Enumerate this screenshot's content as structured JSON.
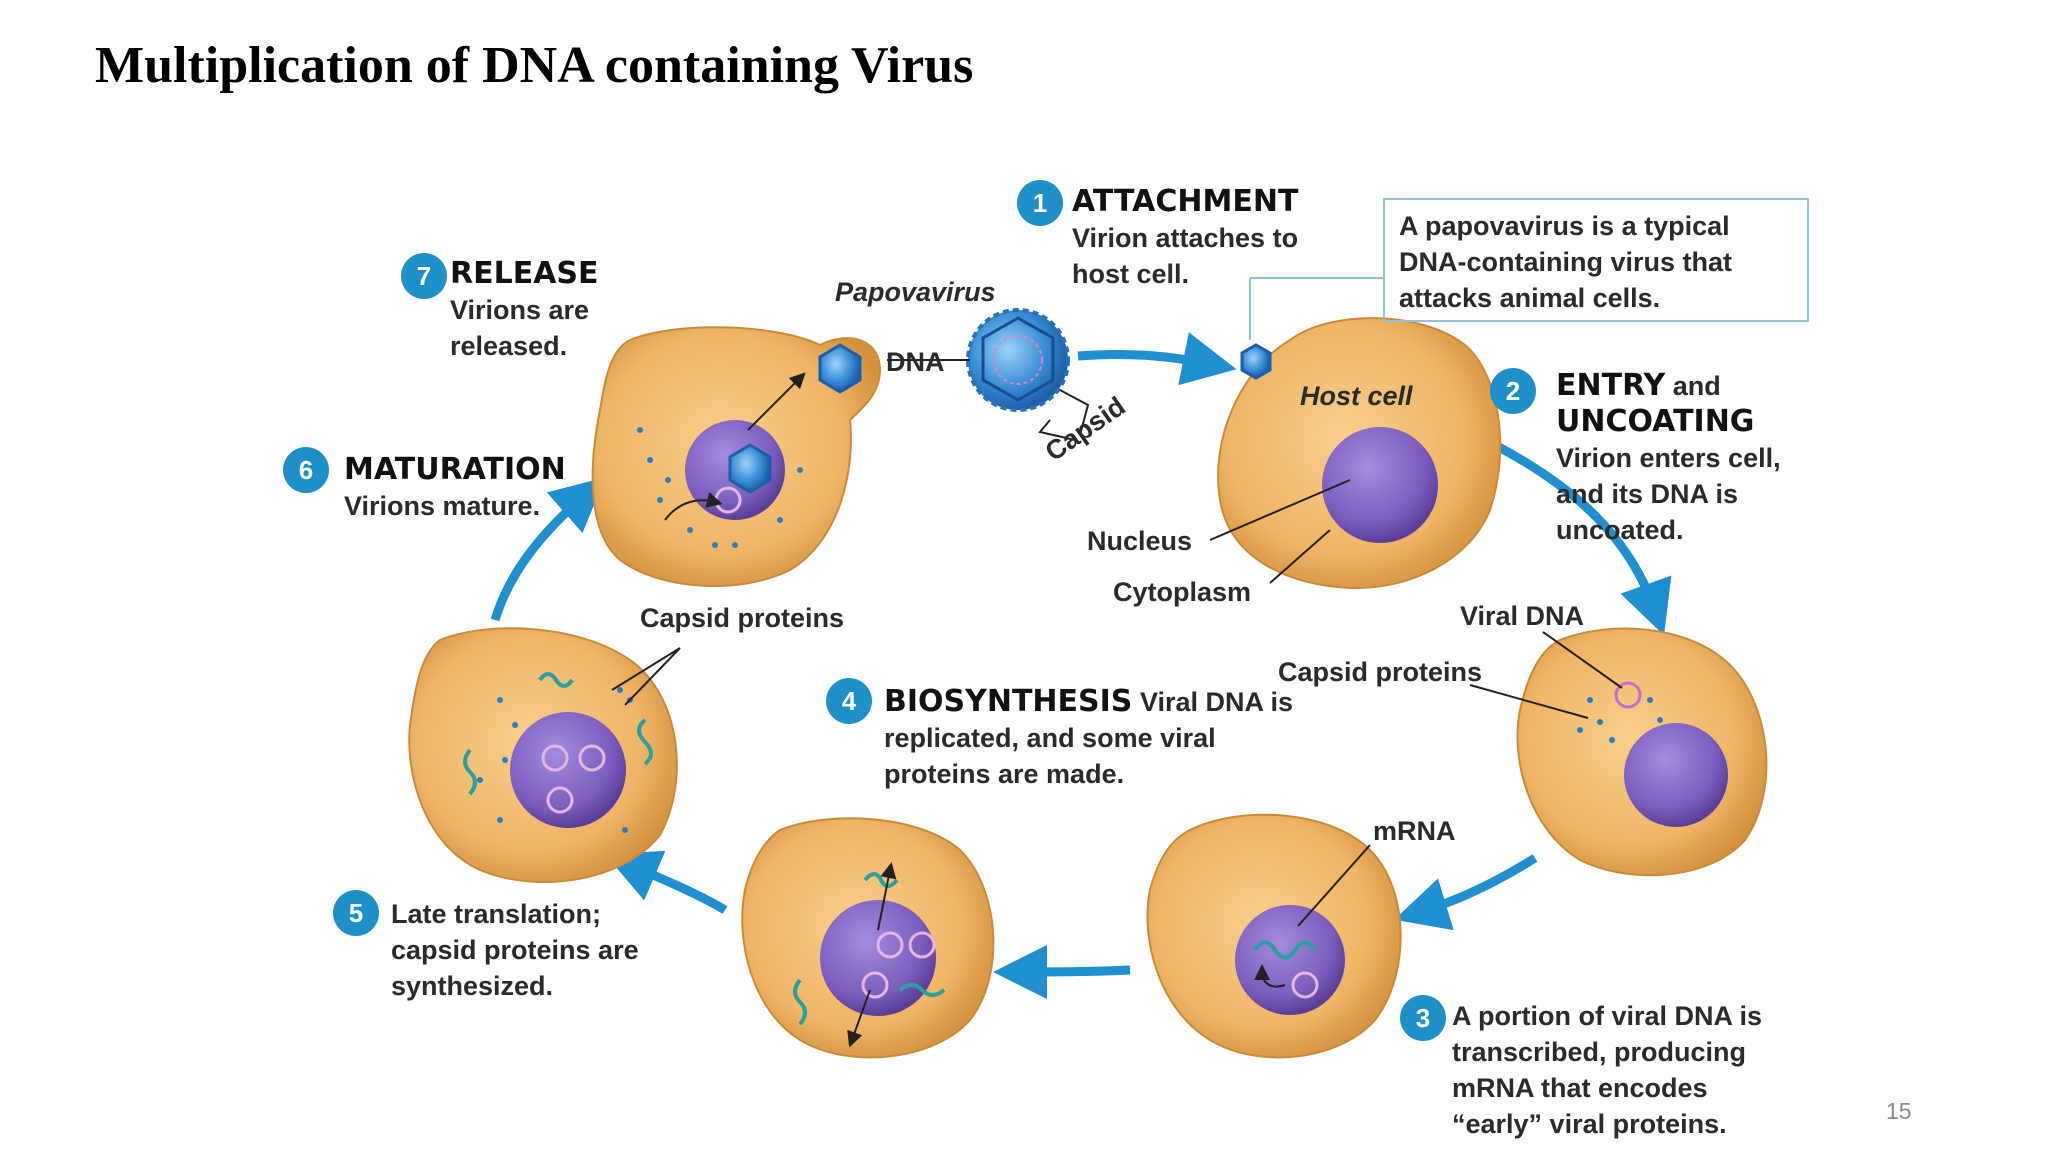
{
  "title": "Multiplication of DNA containing Virus",
  "page_number": "15",
  "info_box": "A papovavirus is a typical DNA-containing virus that attacks animal cells.",
  "steps": [
    {
      "num": "1",
      "head": "ATTACHMENT",
      "text": "Virion attaches to host cell."
    },
    {
      "num": "2",
      "head": "ENTRY",
      "head2": "and",
      "head3": "UNCOATING",
      "text": "Virion enters cell, and its DNA is uncoated."
    },
    {
      "num": "3",
      "text": "A portion of viral DNA is transcribed, producing mRNA that encodes “early” viral proteins."
    },
    {
      "num": "4",
      "head": "BIOSYNTHESIS",
      "text": "Viral DNA is replicated, and some viral proteins are made."
    },
    {
      "num": "5",
      "text": "Late translation; capsid proteins are synthesized."
    },
    {
      "num": "6",
      "head": "MATURATION",
      "text": "Virions mature."
    },
    {
      "num": "7",
      "head": "RELEASE",
      "text": "Virions are released."
    }
  ],
  "labels": {
    "papovavirus": "Papovavirus",
    "dna": "DNA",
    "capsid": "Capsid",
    "host_cell": "Host cell",
    "nucleus": "Nucleus",
    "cytoplasm": "Cytoplasm",
    "viral_dna": "Viral DNA",
    "capsid_proteins_right": "Capsid proteins",
    "capsid_proteins_left": "Capsid proteins",
    "mrna": "mRNA"
  },
  "colors": {
    "arrow": "#1e8fd0",
    "badge": "#1e90c8",
    "cell": "#f0b768",
    "nucleus": "#7f63bf",
    "virus": "#3b8fd9"
  }
}
